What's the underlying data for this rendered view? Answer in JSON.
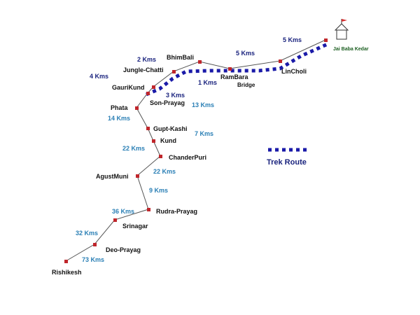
{
  "colors": {
    "road_line": "#555555",
    "town_marker": "#c0262b",
    "trek_marker": "#1a1aa8",
    "dist_navy": "#1a237e",
    "dist_teal": "#2a7fb5",
    "legend_text": "#1a237e",
    "dest_text": "#1b5e20",
    "dest_flag": "#d32f2f"
  },
  "places": {
    "rishikesh": "Rishikesh",
    "deo_prayag": "Deo-Prayag",
    "srinagar": "Srinagar",
    "rudra_prayag": "Rudra-Prayag",
    "agust_muni": "AgustMuni",
    "chander_puri": "ChanderPuri",
    "kund": "Kund",
    "gupt_kashi": "Gupt-Kashi",
    "phata": "Phata",
    "son_prayag": "Son-Prayag",
    "gauri_kund": "GauriKund",
    "jungle_chatti": "Jungle-Chatti",
    "bhim_bali": "BhimBali",
    "ram_bara": "RamBara",
    "bridge": "Bridge",
    "lin_choli": "LinCholi",
    "destination": "Jai Baba Kedar"
  },
  "distances": {
    "d73": "73 Kms",
    "d32": "32 Kms",
    "d36": "36 Kms",
    "d9": "9 Kms",
    "d22a": "22 Kms",
    "d22b": "22 Kms",
    "d7": "7 Kms",
    "d14": "14 Kms",
    "d13": "13 Kms",
    "d3": "3 Kms",
    "d4": "4 Kms",
    "d2": "2 Kms",
    "d1": "1 Kms",
    "d5a": "5 Kms",
    "d5b": "5 Kms"
  },
  "legend": {
    "label": "Trek Route"
  },
  "icons": {
    "destination": "temple-icon",
    "flag": "flag-icon"
  }
}
